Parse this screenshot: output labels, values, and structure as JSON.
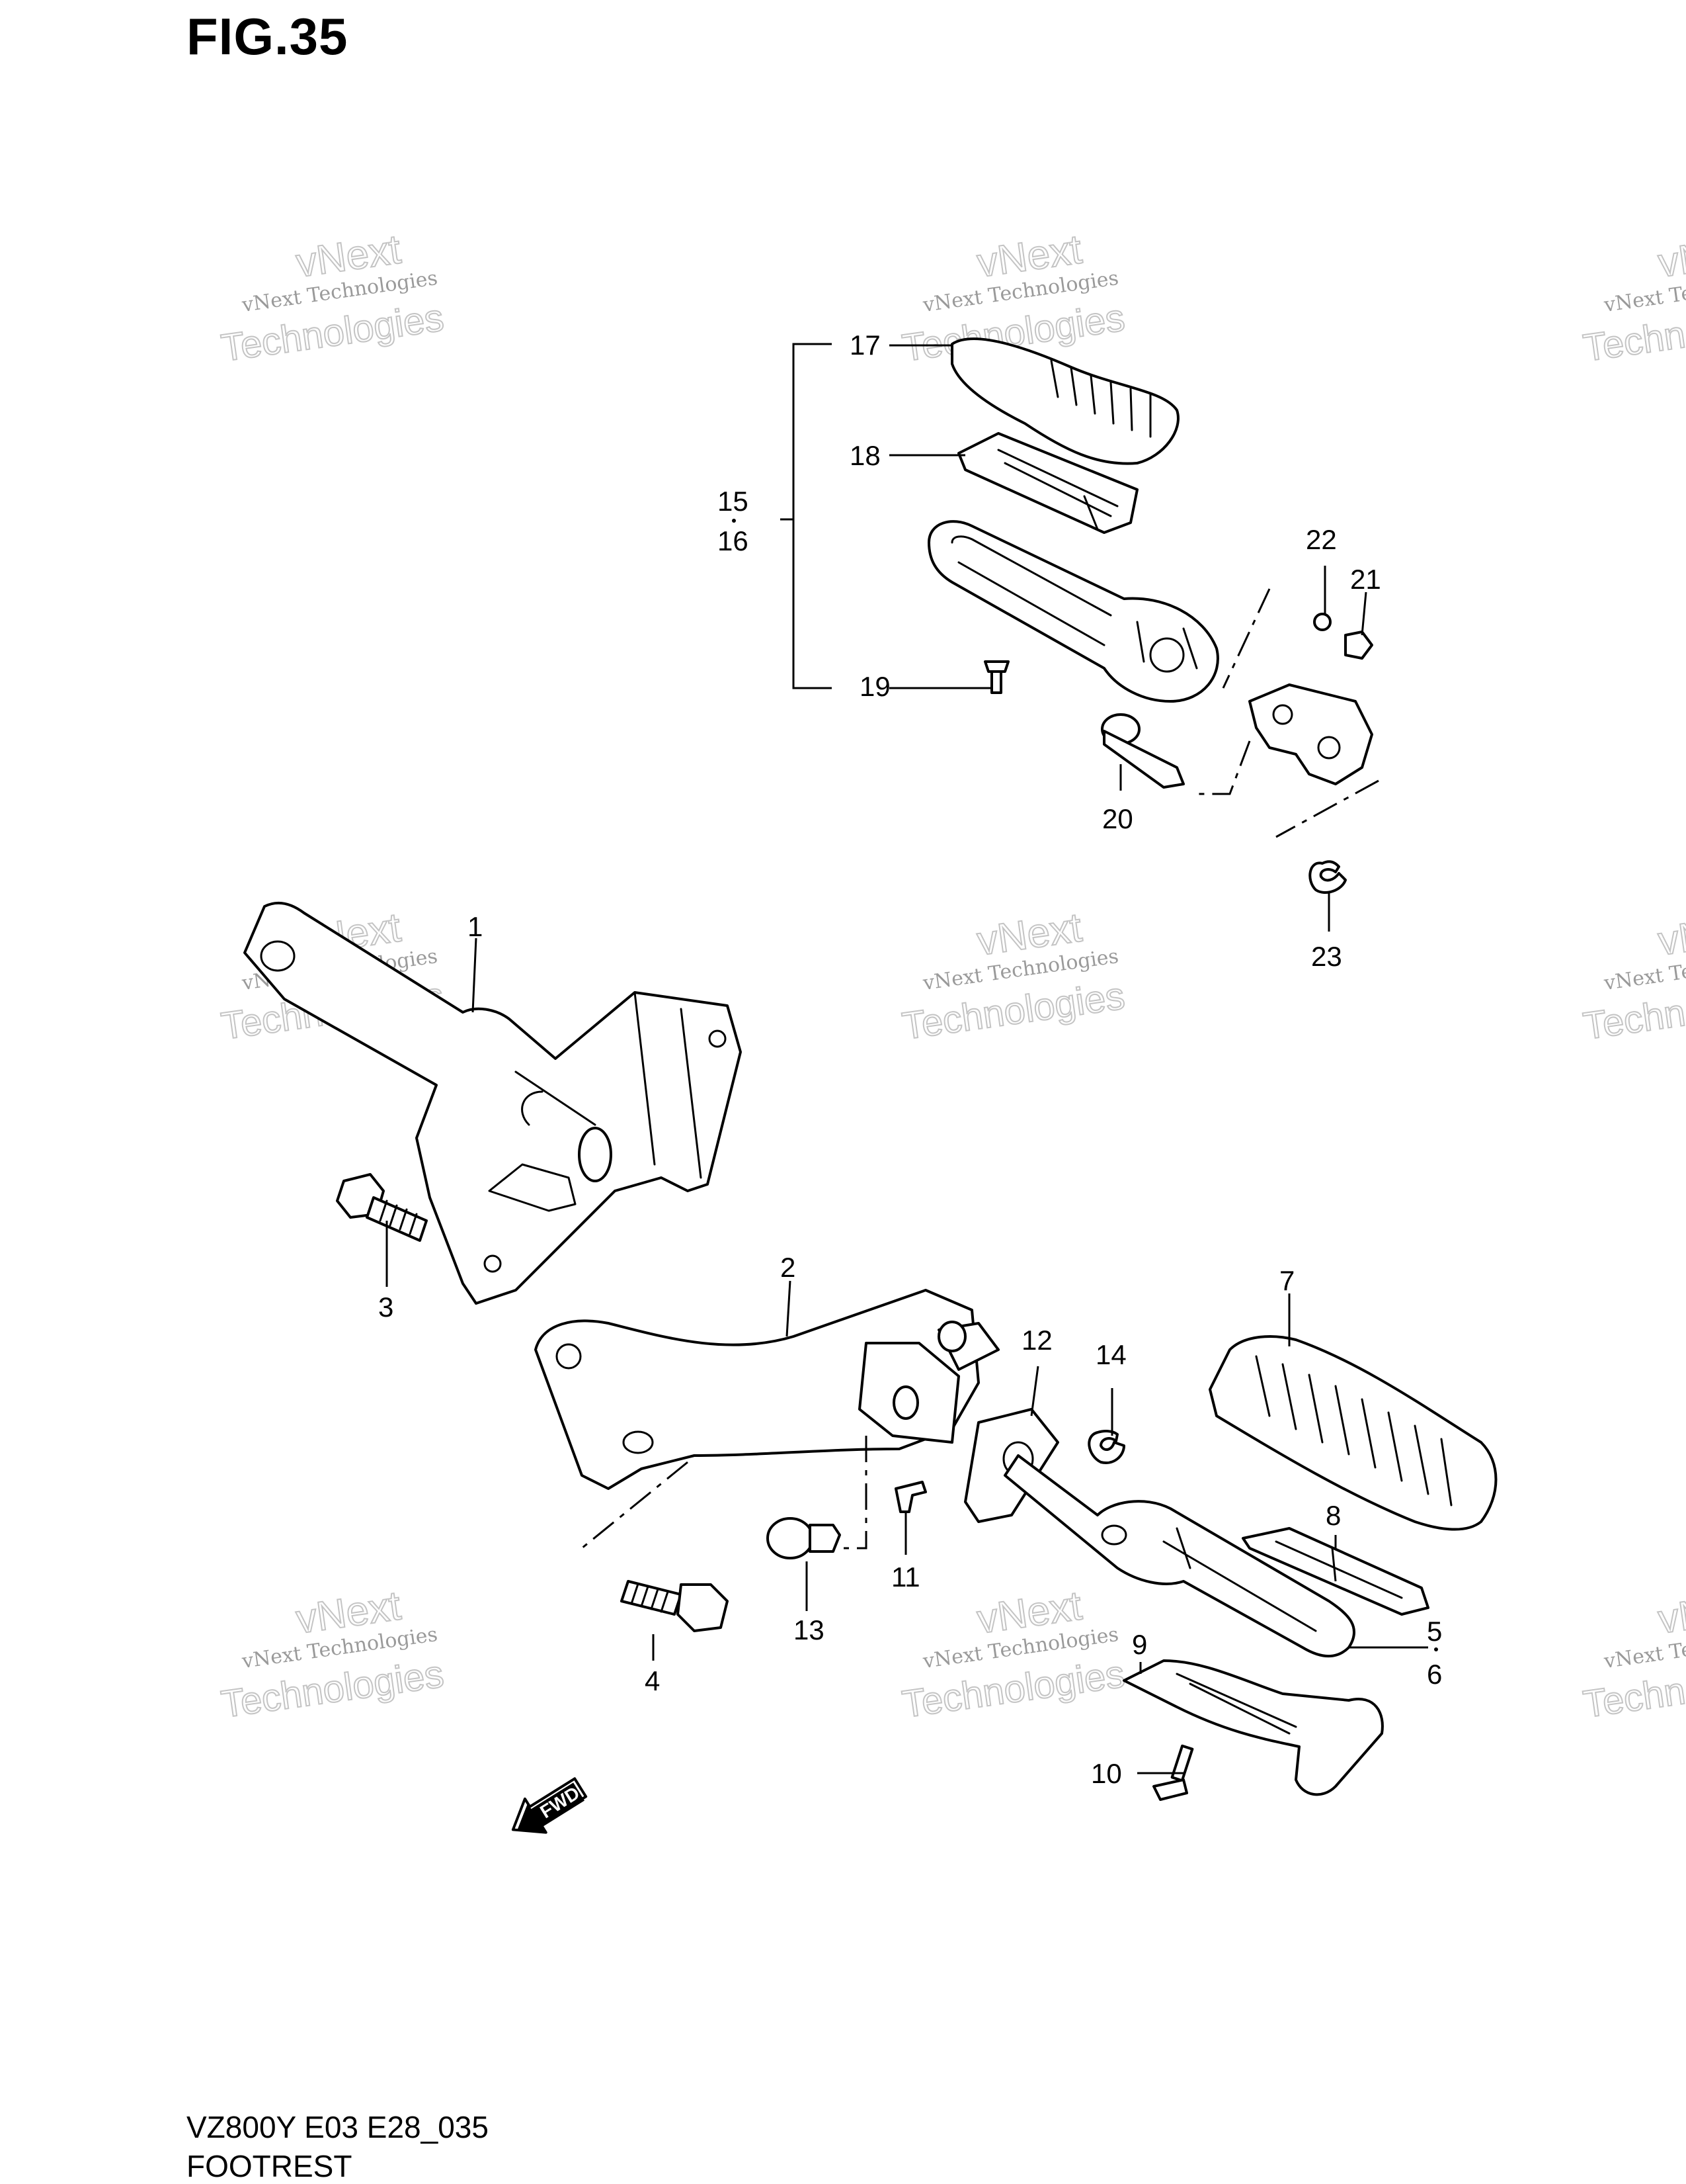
{
  "figure": {
    "title": "FIG.35",
    "model_code": "VZ800Y E03 E28_035",
    "name": "FOOTREST"
  },
  "watermark": {
    "line1": "vNext Technologies",
    "line2": "vNext",
    "line3": "Technologies"
  },
  "callouts": {
    "c1": "1",
    "c2": "2",
    "c3": "3",
    "c4": "4",
    "c5": "5",
    "c6": "6",
    "c7": "7",
    "c8": "8",
    "c9": "9",
    "c10": "10",
    "c11": "11",
    "c12": "12",
    "c13": "13",
    "c14": "14",
    "c15": "15",
    "c16": "16",
    "c17": "17",
    "c18": "18",
    "c19": "19",
    "c20": "20",
    "c21": "21",
    "c22": "22",
    "c23": "23"
  },
  "fwd_label": "FWD"
}
